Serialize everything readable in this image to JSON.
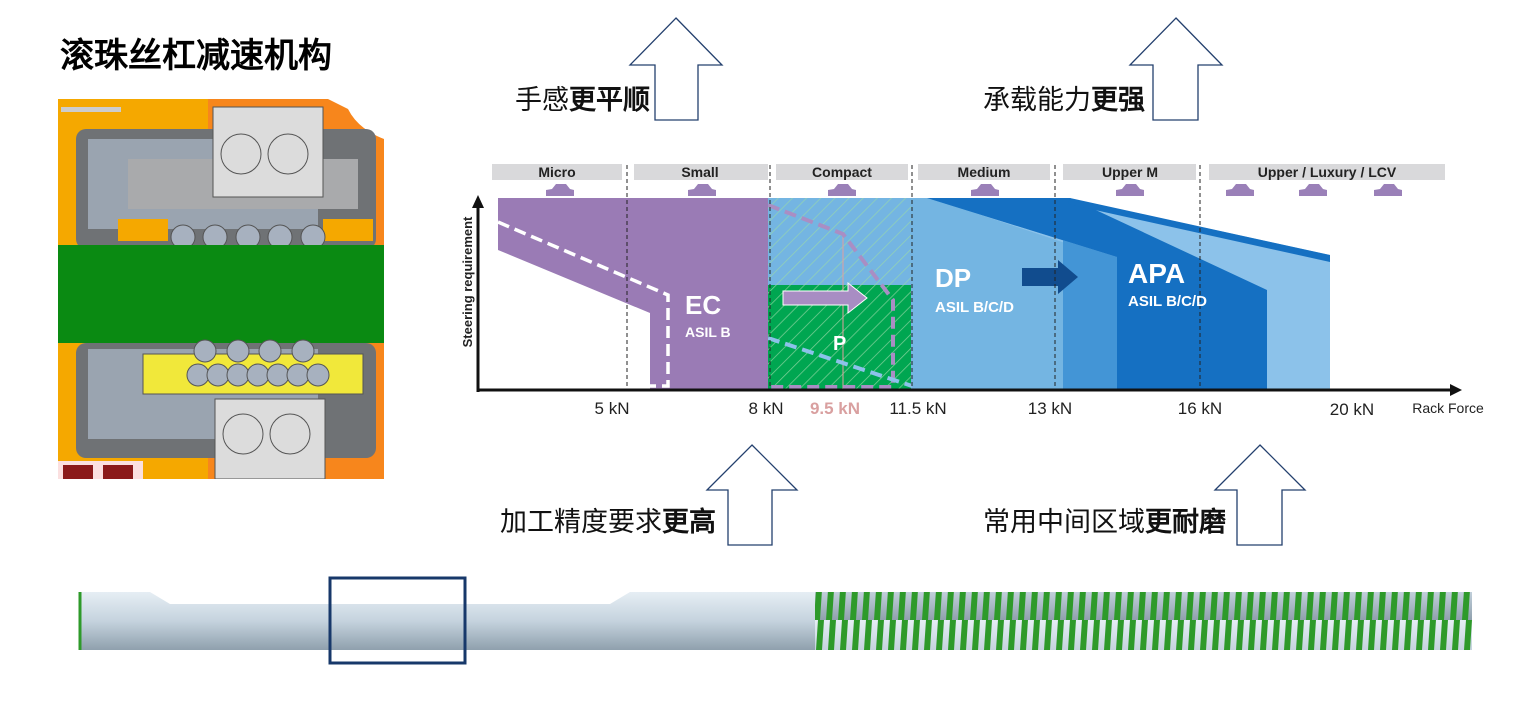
{
  "title": "滚珠丝杠减速机构",
  "captions": {
    "top_left": {
      "normal": "手感",
      "bold": "更平顺"
    },
    "top_right": {
      "normal": "承载能力",
      "bold": "更强"
    },
    "bottom_left": {
      "normal": "加工精度要求",
      "bold": "更高"
    },
    "bottom_right": {
      "normal": "常用中间区域",
      "bold": "更耐磨"
    }
  },
  "chart": {
    "categories": [
      "Micro",
      "Small",
      "Compact",
      "Medium",
      "Upper M",
      "Upper / Luxury / LCV"
    ],
    "ylabel": "Steering requirement",
    "xlabel": "Rack Force",
    "ticks": [
      "5 kN",
      "8 kN",
      "9.5 kN",
      "11.5 kN",
      "13 kN",
      "16 kN",
      "20 kN"
    ],
    "regions": {
      "ec": {
        "name": "EC",
        "asil": "ASIL B"
      },
      "p": {
        "name": "P"
      },
      "dp": {
        "name": "DP",
        "asil": "ASIL B/C/D"
      },
      "apa": {
        "name": "APA",
        "asil": "ASIL B/C/D"
      }
    },
    "colors": {
      "ec": "#9a7bb5",
      "p": "#00a651",
      "dp": "#74b5e2",
      "apa": "#1570c2",
      "highlight_tick": "#d9a0a0"
    }
  }
}
